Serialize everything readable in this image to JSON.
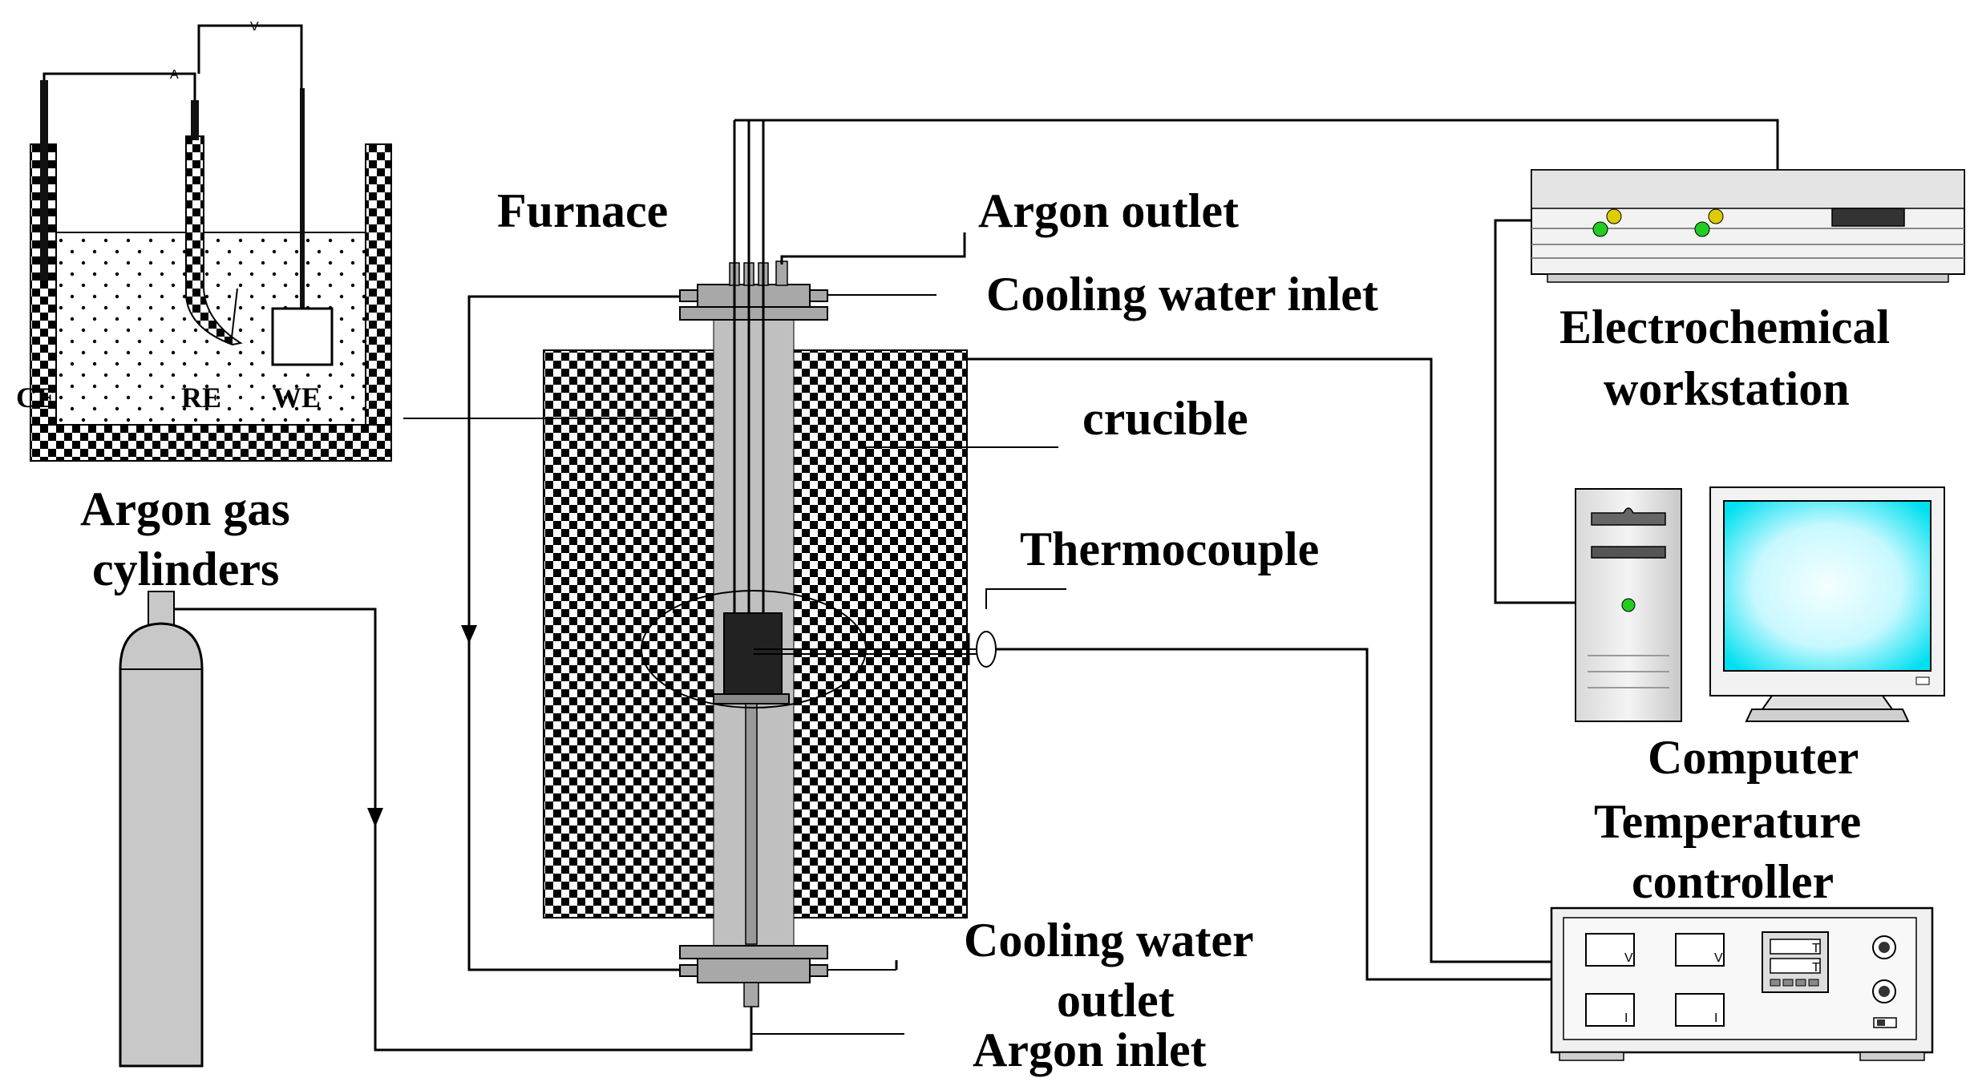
{
  "labels": {
    "furnace": "Furnace",
    "argon_outlet": "Argon outlet",
    "cooling_water_inlet": "Cooling water inlet",
    "crucible": "crucible",
    "thermocouple": "Thermocouple",
    "cooling_water_outlet_line1": "Cooling water",
    "cooling_water_outlet_line2": "outlet",
    "argon_inlet": "Argon inlet",
    "electrochemical_workstation_line1": "Electrochemical",
    "electrochemical_workstation_line2": "workstation",
    "computer": "Computer",
    "temperature_controller_line1": "Temperature",
    "temperature_controller_line2": "controller",
    "argon_gas_cylinders_line1": "Argon gas",
    "argon_gas_cylinders_line2": "cylinders"
  },
  "cell": {
    "ce": "CE",
    "re": "RE",
    "we": "WE",
    "voltage_meter": "V",
    "current_meter": "A"
  },
  "controller_meters": {
    "top_left": "V",
    "top_mid": "V",
    "bottom_left": "I",
    "bottom_mid": "I",
    "display_top": "T",
    "display_bottom": "T"
  },
  "colors": {
    "furnace_check": "#000000",
    "tube": "#c0c0c0",
    "crucible": "#222222",
    "monitor_glow": "#e0ffff",
    "monitor_edge": "#00e0f0",
    "led_green": "#22cc22",
    "led_yellow": "#ddcc00",
    "cylinder": "#c8c8c8"
  }
}
